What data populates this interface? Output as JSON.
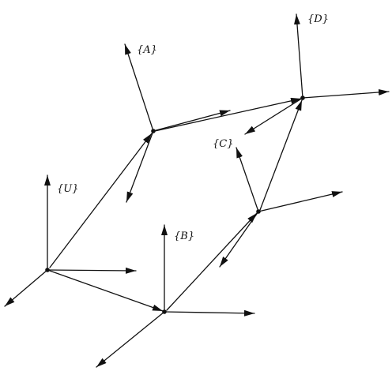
{
  "frames": [
    {
      "id": "U",
      "label": "{U}"
    },
    {
      "id": "A",
      "label": "{A}"
    },
    {
      "id": "B",
      "label": "{B}"
    },
    {
      "id": "C",
      "label": "{C}"
    },
    {
      "id": "D",
      "label": "{D}"
    }
  ],
  "colors": {
    "ink": "#111111",
    "background": "#ffffff"
  }
}
